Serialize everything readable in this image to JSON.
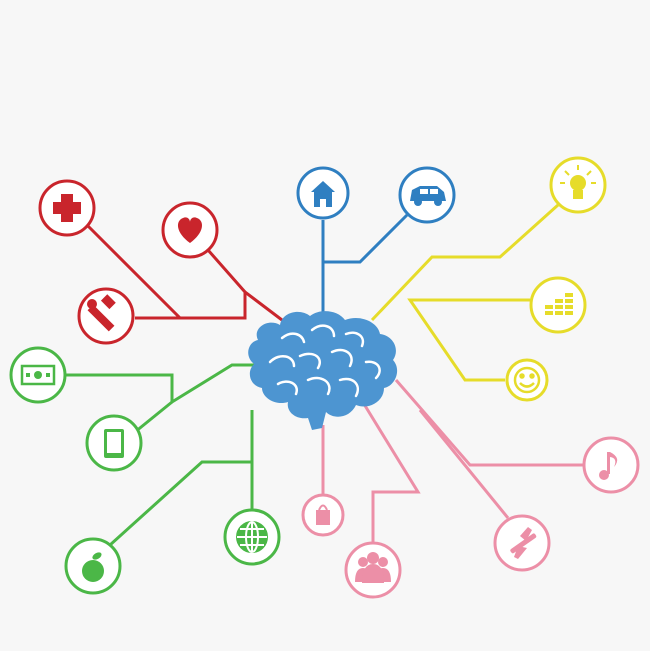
{
  "diagram": {
    "center": "brain-icon",
    "colors": {
      "background": "#f7f7f7",
      "red": "#c9252c",
      "blue": "#2f7fc1",
      "brain": "#4d95d1",
      "yellow": "#e6dc2a",
      "green": "#4bb747",
      "pink": "#ec8fa7"
    },
    "branches": [
      {
        "color": "red",
        "icons": [
          "medical-cross-icon",
          "heart-icon",
          "wrench-icon"
        ]
      },
      {
        "color": "blue",
        "icons": [
          "home-icon",
          "car-icon"
        ]
      },
      {
        "color": "yellow",
        "icons": [
          "light-bulb-icon",
          "coin-stack-icon",
          "smiley-icon"
        ]
      },
      {
        "color": "green",
        "icons": [
          "money-bill-icon",
          "smartphone-icon",
          "globe-icon",
          "apple-icon"
        ]
      },
      {
        "color": "pink",
        "icons": [
          "music-note-icon",
          "airplane-icon",
          "people-group-icon",
          "shopping-bag-icon"
        ]
      }
    ]
  }
}
